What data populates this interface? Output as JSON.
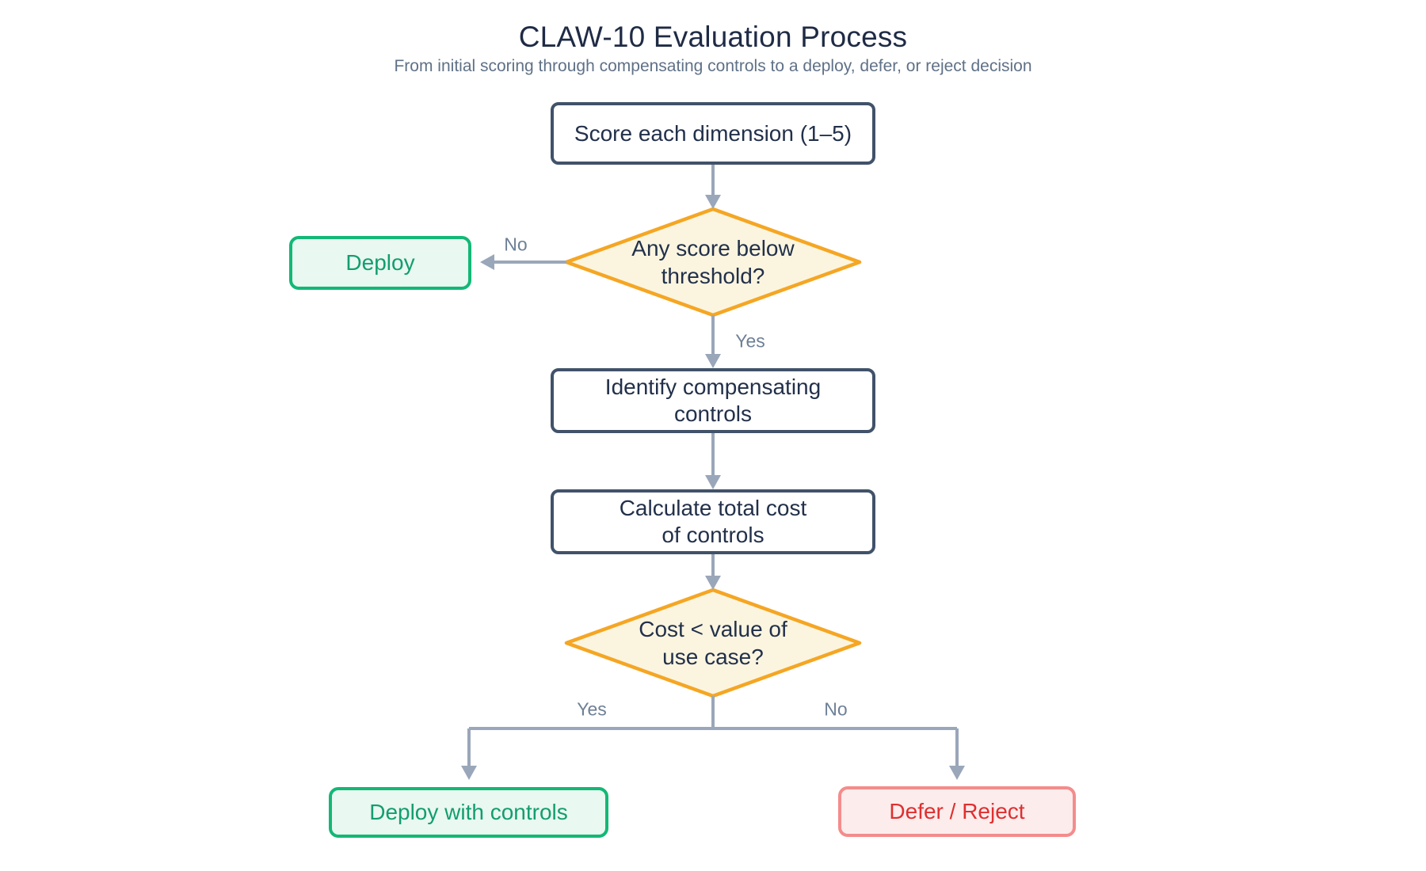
{
  "header": {
    "title": "CLAW-10 Evaluation Process",
    "subtitle": "From initial scoring through compensating controls to a deploy, defer, or reject decision"
  },
  "nodes": {
    "score": {
      "label": "Score each dimension (1–5)",
      "type": "process"
    },
    "threshold": {
      "label": "Any score below\nthreshold?",
      "type": "decision"
    },
    "deploy": {
      "label": "Deploy",
      "type": "terminal-positive"
    },
    "identify": {
      "label": "Identify compensating\ncontrols",
      "type": "process"
    },
    "calculate": {
      "label": "Calculate total cost\nof controls",
      "type": "process"
    },
    "cost_value": {
      "label": "Cost < value of\nuse case?",
      "type": "decision"
    },
    "deploy_with_controls": {
      "label": "Deploy with controls",
      "type": "terminal-positive"
    },
    "defer_reject": {
      "label": "Defer / Reject",
      "type": "terminal-negative"
    }
  },
  "edge_labels": {
    "threshold_no": "No",
    "threshold_yes": "Yes",
    "cost_yes": "Yes",
    "cost_no": "No"
  },
  "colors": {
    "title_text": "#1F2B45",
    "subtitle_text": "#5F7187",
    "node_text": "#22304A",
    "process_border": "#41526A",
    "decision_border": "#F5A623",
    "decision_fill": "#FBF5E0",
    "positive_border": "#13B876",
    "positive_fill": "#E9F8F0",
    "positive_text": "#139D70",
    "negative_border": "#F48C8C",
    "negative_fill": "#FCECEC",
    "negative_text": "#E02F2F",
    "arrow": "#9AA7BA",
    "edge_label_text": "#6E8096"
  }
}
